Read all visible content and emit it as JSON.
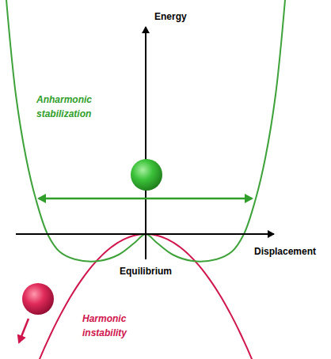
{
  "diagram": {
    "labels": [
      "Energy",
      "Displacement",
      "Equilibrium",
      "Anharmonic stabilization",
      "Harmonic instability"
    ]
  }
}
